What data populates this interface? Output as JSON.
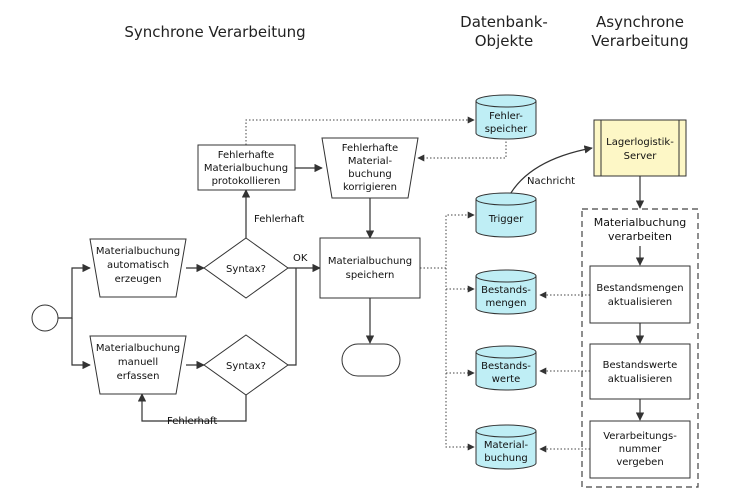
{
  "headers": {
    "sync": "Synchrone Verarbeitung",
    "db": [
      "Datenbank-",
      "Objekte"
    ],
    "async": [
      "Asynchrone",
      "Verarbeitung"
    ]
  },
  "nodes": {
    "auto": [
      "Materialbuchung",
      "automatisch",
      "erzeugen"
    ],
    "manual": [
      "Materialbuchung",
      "manuell",
      "erfassen"
    ],
    "syntax1": "Syntax?",
    "syntax2": "Syntax?",
    "protokoll": [
      "Fehlerhafte",
      "Materialbuchung",
      "protokollieren"
    ],
    "korrigieren": [
      "Fehlerhafte",
      "Material-",
      "buchung",
      "korrigieren"
    ],
    "speichern": [
      "Materialbuchung",
      "speichern"
    ],
    "lager": [
      "Lagerlogistik-",
      "Server"
    ],
    "group": [
      "Materialbuchung",
      "verarbeiten"
    ],
    "bmengen": [
      "Bestandsmengen",
      "aktualisieren"
    ],
    "bwerte": [
      "Bestandswerte",
      "aktualisieren"
    ],
    "vnummer": [
      "Verarbeitungs-",
      "nummer",
      "vergeben"
    ]
  },
  "databases": {
    "fehlerspeicher": [
      "Fehler-",
      "speicher"
    ],
    "trigger": [
      "Trigger"
    ],
    "bestandsmengen": [
      "Bestands-",
      "mengen"
    ],
    "bestandswerte": [
      "Bestands-",
      "werte"
    ],
    "materialbuchung": [
      "Material-",
      "buchung"
    ]
  },
  "edge_labels": {
    "fehlerhaft_up": "Fehlerhaft",
    "ok": "OK",
    "fehlerhaft_loop": "Fehlerhaft",
    "nachricht": "Nachricht"
  },
  "colors": {
    "db_fill": "#bfeef5",
    "server_fill": "#fdf7c6",
    "stroke": "#333333"
  }
}
